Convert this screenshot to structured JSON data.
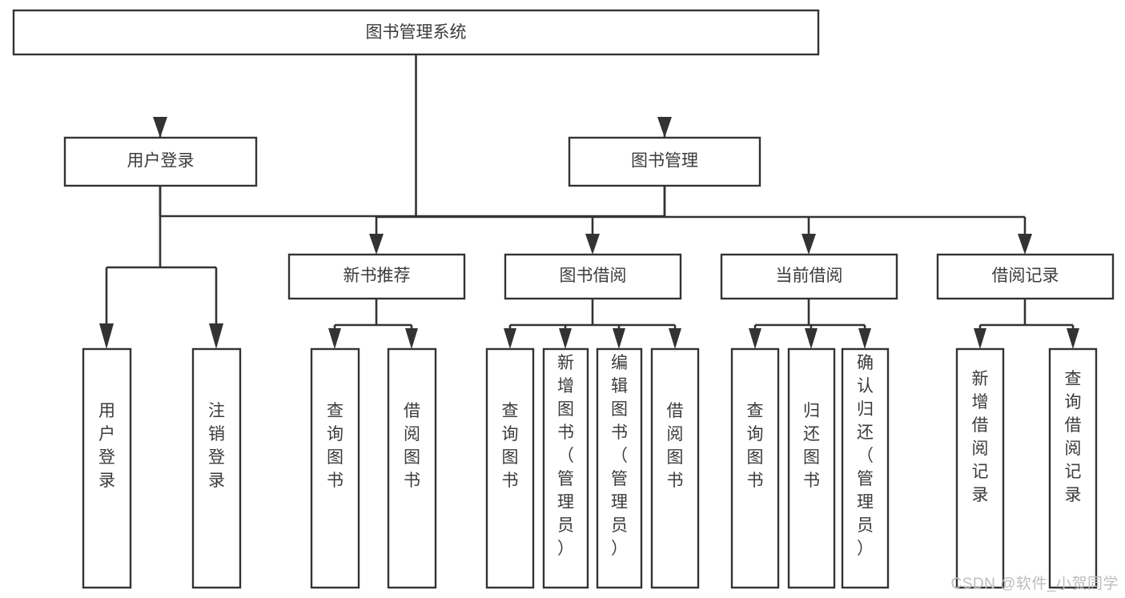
{
  "diagram": {
    "type": "tree-hierarchy",
    "title": "图书管理系统",
    "watermark": "CSDN @软件_小贺同学",
    "colors": {
      "background": "#ffffff",
      "stroke": "#333333",
      "text": "#3b3b3b",
      "watermark": "#bdbdbd"
    },
    "nodes": {
      "root": {
        "label": "图书管理系统",
        "level": 1,
        "orientation": "horizontal"
      },
      "user_login": {
        "label": "用户登录",
        "level": 2,
        "orientation": "horizontal"
      },
      "book_manage": {
        "label": "图书管理",
        "level": 2,
        "orientation": "horizontal"
      },
      "new_book_rec": {
        "label": "新书推荐",
        "level": 3,
        "orientation": "horizontal"
      },
      "book_borrow": {
        "label": "图书借阅",
        "level": 3,
        "orientation": "horizontal"
      },
      "current_borrow": {
        "label": "当前借阅",
        "level": 3,
        "orientation": "horizontal"
      },
      "borrow_record": {
        "label": "借阅记录",
        "level": 3,
        "orientation": "horizontal"
      },
      "leaf_user_login": {
        "label": "用户登录",
        "level": 4,
        "orientation": "vertical"
      },
      "leaf_user_logout": {
        "label": "注销登录",
        "level": 4,
        "orientation": "vertical"
      },
      "leaf_rec_query": {
        "label": "查询图书",
        "level": 4,
        "orientation": "vertical"
      },
      "leaf_rec_borrow": {
        "label": "借阅图书",
        "level": 4,
        "orientation": "vertical"
      },
      "leaf_bb_query": {
        "label": "查询图书",
        "level": 4,
        "orientation": "vertical"
      },
      "leaf_bb_add": {
        "label": "新增图书（管理员）",
        "level": 4,
        "orientation": "vertical"
      },
      "leaf_bb_edit": {
        "label": "编辑图书（管理员）",
        "level": 4,
        "orientation": "vertical"
      },
      "leaf_bb_borrow": {
        "label": "借阅图书",
        "level": 4,
        "orientation": "vertical"
      },
      "leaf_cb_query": {
        "label": "查询图书",
        "level": 4,
        "orientation": "vertical"
      },
      "leaf_cb_return": {
        "label": "归还图书",
        "level": 4,
        "orientation": "vertical"
      },
      "leaf_cb_confirm": {
        "label": "确认归还（管理员）",
        "level": 4,
        "orientation": "vertical"
      },
      "leaf_br_add": {
        "label": "新增借阅记录",
        "level": 4,
        "orientation": "vertical"
      },
      "leaf_br_query": {
        "label": "查询借阅记录",
        "level": 4,
        "orientation": "vertical"
      }
    },
    "edges": [
      {
        "from": "root",
        "to": "user_login"
      },
      {
        "from": "root",
        "to": "book_manage"
      },
      {
        "from": "book_manage",
        "to": "new_book_rec"
      },
      {
        "from": "book_manage",
        "to": "book_borrow"
      },
      {
        "from": "book_manage",
        "to": "current_borrow"
      },
      {
        "from": "book_manage",
        "to": "borrow_record"
      },
      {
        "from": "user_login",
        "to": "leaf_user_login"
      },
      {
        "from": "user_login",
        "to": "leaf_user_logout"
      },
      {
        "from": "new_book_rec",
        "to": "leaf_rec_query"
      },
      {
        "from": "new_book_rec",
        "to": "leaf_rec_borrow"
      },
      {
        "from": "book_borrow",
        "to": "leaf_bb_query"
      },
      {
        "from": "book_borrow",
        "to": "leaf_bb_add"
      },
      {
        "from": "book_borrow",
        "to": "leaf_bb_edit"
      },
      {
        "from": "book_borrow",
        "to": "leaf_bb_borrow"
      },
      {
        "from": "current_borrow",
        "to": "leaf_cb_query"
      },
      {
        "from": "current_borrow",
        "to": "leaf_cb_return"
      },
      {
        "from": "current_borrow",
        "to": "leaf_cb_confirm"
      },
      {
        "from": "borrow_record",
        "to": "leaf_br_add"
      },
      {
        "from": "borrow_record",
        "to": "leaf_br_query"
      }
    ]
  }
}
